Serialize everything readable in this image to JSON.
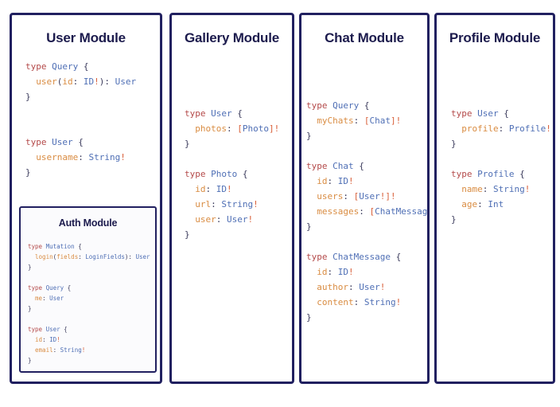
{
  "modules": [
    {
      "id": "user",
      "title": "User Module",
      "code_lines": [
        [
          {
            "t": "type ",
            "c": "kw"
          },
          {
            "t": "Query",
            "c": "tn"
          },
          {
            "t": " {",
            "c": "pn"
          }
        ],
        [
          {
            "t": "  ",
            "c": "pn"
          },
          {
            "t": "user",
            "c": "fld"
          },
          {
            "t": "(",
            "c": "pn"
          },
          {
            "t": "id",
            "c": "fld"
          },
          {
            "t": ": ",
            "c": "pn"
          },
          {
            "t": "ID",
            "c": "sc"
          },
          {
            "t": "!",
            "c": "bang"
          },
          {
            "t": "): ",
            "c": "pn"
          },
          {
            "t": "User",
            "c": "tn"
          }
        ],
        [
          {
            "t": "}",
            "c": "pn"
          }
        ],
        [
          {
            "t": "",
            "c": "pn"
          }
        ],
        [
          {
            "t": "",
            "c": "pn"
          }
        ],
        [
          {
            "t": "type ",
            "c": "kw"
          },
          {
            "t": "User",
            "c": "tn"
          },
          {
            "t": " {",
            "c": "pn"
          }
        ],
        [
          {
            "t": "  ",
            "c": "pn"
          },
          {
            "t": "username",
            "c": "fld"
          },
          {
            "t": ": ",
            "c": "pn"
          },
          {
            "t": "String",
            "c": "sc"
          },
          {
            "t": "!",
            "c": "bang"
          }
        ],
        [
          {
            "t": "}",
            "c": "pn"
          }
        ]
      ],
      "nested": {
        "id": "auth",
        "title": "Auth Module",
        "code_lines": [
          [
            {
              "t": "type ",
              "c": "kw"
            },
            {
              "t": "Mutation",
              "c": "tn"
            },
            {
              "t": " {",
              "c": "pn"
            }
          ],
          [
            {
              "t": "  ",
              "c": "pn"
            },
            {
              "t": "login",
              "c": "fld"
            },
            {
              "t": "(",
              "c": "pn"
            },
            {
              "t": "fields",
              "c": "fld"
            },
            {
              "t": ": ",
              "c": "pn"
            },
            {
              "t": "LoginFields",
              "c": "tn"
            },
            {
              "t": "): ",
              "c": "pn"
            },
            {
              "t": "User",
              "c": "tn"
            }
          ],
          [
            {
              "t": "}",
              "c": "pn"
            }
          ],
          [
            {
              "t": "",
              "c": "pn"
            }
          ],
          [
            {
              "t": "type ",
              "c": "kw"
            },
            {
              "t": "Query",
              "c": "tn"
            },
            {
              "t": " {",
              "c": "pn"
            }
          ],
          [
            {
              "t": "  ",
              "c": "pn"
            },
            {
              "t": "me",
              "c": "fld"
            },
            {
              "t": ": ",
              "c": "pn"
            },
            {
              "t": "User",
              "c": "tn"
            }
          ],
          [
            {
              "t": "}",
              "c": "pn"
            }
          ],
          [
            {
              "t": "",
              "c": "pn"
            }
          ],
          [
            {
              "t": "type ",
              "c": "kw"
            },
            {
              "t": "User",
              "c": "tn"
            },
            {
              "t": " {",
              "c": "pn"
            }
          ],
          [
            {
              "t": "  ",
              "c": "pn"
            },
            {
              "t": "id",
              "c": "fld"
            },
            {
              "t": ": ",
              "c": "pn"
            },
            {
              "t": "ID",
              "c": "sc"
            },
            {
              "t": "!",
              "c": "bang"
            }
          ],
          [
            {
              "t": "  ",
              "c": "pn"
            },
            {
              "t": "email",
              "c": "fld"
            },
            {
              "t": ": ",
              "c": "pn"
            },
            {
              "t": "String",
              "c": "sc"
            },
            {
              "t": "!",
              "c": "bang"
            }
          ],
          [
            {
              "t": "}",
              "c": "pn"
            }
          ]
        ]
      }
    },
    {
      "id": "gallery",
      "title": "Gallery Module",
      "code_lines": [
        [
          {
            "t": "type ",
            "c": "kw"
          },
          {
            "t": "User",
            "c": "tn"
          },
          {
            "t": " {",
            "c": "pn"
          }
        ],
        [
          {
            "t": "  ",
            "c": "pn"
          },
          {
            "t": "photos",
            "c": "fld"
          },
          {
            "t": ": ",
            "c": "pn"
          },
          {
            "t": "[",
            "c": "bang"
          },
          {
            "t": "Photo",
            "c": "tn"
          },
          {
            "t": "]",
            "c": "bang"
          },
          {
            "t": "!",
            "c": "bang"
          }
        ],
        [
          {
            "t": "}",
            "c": "pn"
          }
        ],
        [
          {
            "t": "",
            "c": "pn"
          }
        ],
        [
          {
            "t": "type ",
            "c": "kw"
          },
          {
            "t": "Photo",
            "c": "tn"
          },
          {
            "t": " {",
            "c": "pn"
          }
        ],
        [
          {
            "t": "  ",
            "c": "pn"
          },
          {
            "t": "id",
            "c": "fld"
          },
          {
            "t": ": ",
            "c": "pn"
          },
          {
            "t": "ID",
            "c": "sc"
          },
          {
            "t": "!",
            "c": "bang"
          }
        ],
        [
          {
            "t": "  ",
            "c": "pn"
          },
          {
            "t": "url",
            "c": "fld"
          },
          {
            "t": ": ",
            "c": "pn"
          },
          {
            "t": "String",
            "c": "sc"
          },
          {
            "t": "!",
            "c": "bang"
          }
        ],
        [
          {
            "t": "  ",
            "c": "pn"
          },
          {
            "t": "user",
            "c": "fld"
          },
          {
            "t": ": ",
            "c": "pn"
          },
          {
            "t": "User",
            "c": "tn"
          },
          {
            "t": "!",
            "c": "bang"
          }
        ],
        [
          {
            "t": "}",
            "c": "pn"
          }
        ]
      ],
      "nested": null
    },
    {
      "id": "chat",
      "title": "Chat Module",
      "code_lines": [
        [
          {
            "t": "type ",
            "c": "kw"
          },
          {
            "t": "Query",
            "c": "tn"
          },
          {
            "t": " {",
            "c": "pn"
          }
        ],
        [
          {
            "t": "  ",
            "c": "pn"
          },
          {
            "t": "myChats",
            "c": "fld"
          },
          {
            "t": ": ",
            "c": "pn"
          },
          {
            "t": "[",
            "c": "bang"
          },
          {
            "t": "Chat",
            "c": "tn"
          },
          {
            "t": "]",
            "c": "bang"
          },
          {
            "t": "!",
            "c": "bang"
          }
        ],
        [
          {
            "t": "}",
            "c": "pn"
          }
        ],
        [
          {
            "t": "",
            "c": "pn"
          }
        ],
        [
          {
            "t": "type ",
            "c": "kw"
          },
          {
            "t": "Chat",
            "c": "tn"
          },
          {
            "t": " {",
            "c": "pn"
          }
        ],
        [
          {
            "t": "  ",
            "c": "pn"
          },
          {
            "t": "id",
            "c": "fld"
          },
          {
            "t": ": ",
            "c": "pn"
          },
          {
            "t": "ID",
            "c": "sc"
          },
          {
            "t": "!",
            "c": "bang"
          }
        ],
        [
          {
            "t": "  ",
            "c": "pn"
          },
          {
            "t": "users",
            "c": "fld"
          },
          {
            "t": ": ",
            "c": "pn"
          },
          {
            "t": "[",
            "c": "bang"
          },
          {
            "t": "User",
            "c": "tn"
          },
          {
            "t": "!",
            "c": "bang"
          },
          {
            "t": "]",
            "c": "bang"
          },
          {
            "t": "!",
            "c": "bang"
          }
        ],
        [
          {
            "t": "  ",
            "c": "pn"
          },
          {
            "t": "messages",
            "c": "fld"
          },
          {
            "t": ": ",
            "c": "pn"
          },
          {
            "t": "[",
            "c": "bang"
          },
          {
            "t": "ChatMessage",
            "c": "tn"
          },
          {
            "t": "]",
            "c": "bang"
          },
          {
            "t": "!",
            "c": "bang"
          }
        ],
        [
          {
            "t": "}",
            "c": "pn"
          }
        ],
        [
          {
            "t": "",
            "c": "pn"
          }
        ],
        [
          {
            "t": "type ",
            "c": "kw"
          },
          {
            "t": "ChatMessage",
            "c": "tn"
          },
          {
            "t": " {",
            "c": "pn"
          }
        ],
        [
          {
            "t": "  ",
            "c": "pn"
          },
          {
            "t": "id",
            "c": "fld"
          },
          {
            "t": ": ",
            "c": "pn"
          },
          {
            "t": "ID",
            "c": "sc"
          },
          {
            "t": "!",
            "c": "bang"
          }
        ],
        [
          {
            "t": "  ",
            "c": "pn"
          },
          {
            "t": "author",
            "c": "fld"
          },
          {
            "t": ": ",
            "c": "pn"
          },
          {
            "t": "User",
            "c": "tn"
          },
          {
            "t": "!",
            "c": "bang"
          }
        ],
        [
          {
            "t": "  ",
            "c": "pn"
          },
          {
            "t": "content",
            "c": "fld"
          },
          {
            "t": ": ",
            "c": "pn"
          },
          {
            "t": "String",
            "c": "sc"
          },
          {
            "t": "!",
            "c": "bang"
          }
        ],
        [
          {
            "t": "}",
            "c": "pn"
          }
        ]
      ],
      "nested": null
    },
    {
      "id": "profile",
      "title": "Profile Module",
      "code_lines": [
        [
          {
            "t": "type ",
            "c": "kw"
          },
          {
            "t": "User",
            "c": "tn"
          },
          {
            "t": " {",
            "c": "pn"
          }
        ],
        [
          {
            "t": "  ",
            "c": "pn"
          },
          {
            "t": "profile",
            "c": "fld"
          },
          {
            "t": ": ",
            "c": "pn"
          },
          {
            "t": "Profile",
            "c": "tn"
          },
          {
            "t": "!",
            "c": "bang"
          }
        ],
        [
          {
            "t": "}",
            "c": "pn"
          }
        ],
        [
          {
            "t": "",
            "c": "pn"
          }
        ],
        [
          {
            "t": "type ",
            "c": "kw"
          },
          {
            "t": "Profile",
            "c": "tn"
          },
          {
            "t": " {",
            "c": "pn"
          }
        ],
        [
          {
            "t": "  ",
            "c": "pn"
          },
          {
            "t": "name",
            "c": "fld"
          },
          {
            "t": ": ",
            "c": "pn"
          },
          {
            "t": "String",
            "c": "sc"
          },
          {
            "t": "!",
            "c": "bang"
          }
        ],
        [
          {
            "t": "  ",
            "c": "pn"
          },
          {
            "t": "age",
            "c": "fld"
          },
          {
            "t": ": ",
            "c": "pn"
          },
          {
            "t": "Int",
            "c": "sc"
          }
        ],
        [
          {
            "t": "}",
            "c": "pn"
          }
        ]
      ],
      "nested": null
    }
  ],
  "colors": {
    "card_border": "#212060",
    "title": "#1c1b4d",
    "keyword": "#b44a4a",
    "type_name": "#4f6fb5",
    "field_name": "#d98c42",
    "scalar": "#4f6fb5",
    "bang": "#d9603a",
    "punctuation": "#3b3b5c",
    "background": "#ffffff",
    "nested_background": "#fbfbfd"
  }
}
